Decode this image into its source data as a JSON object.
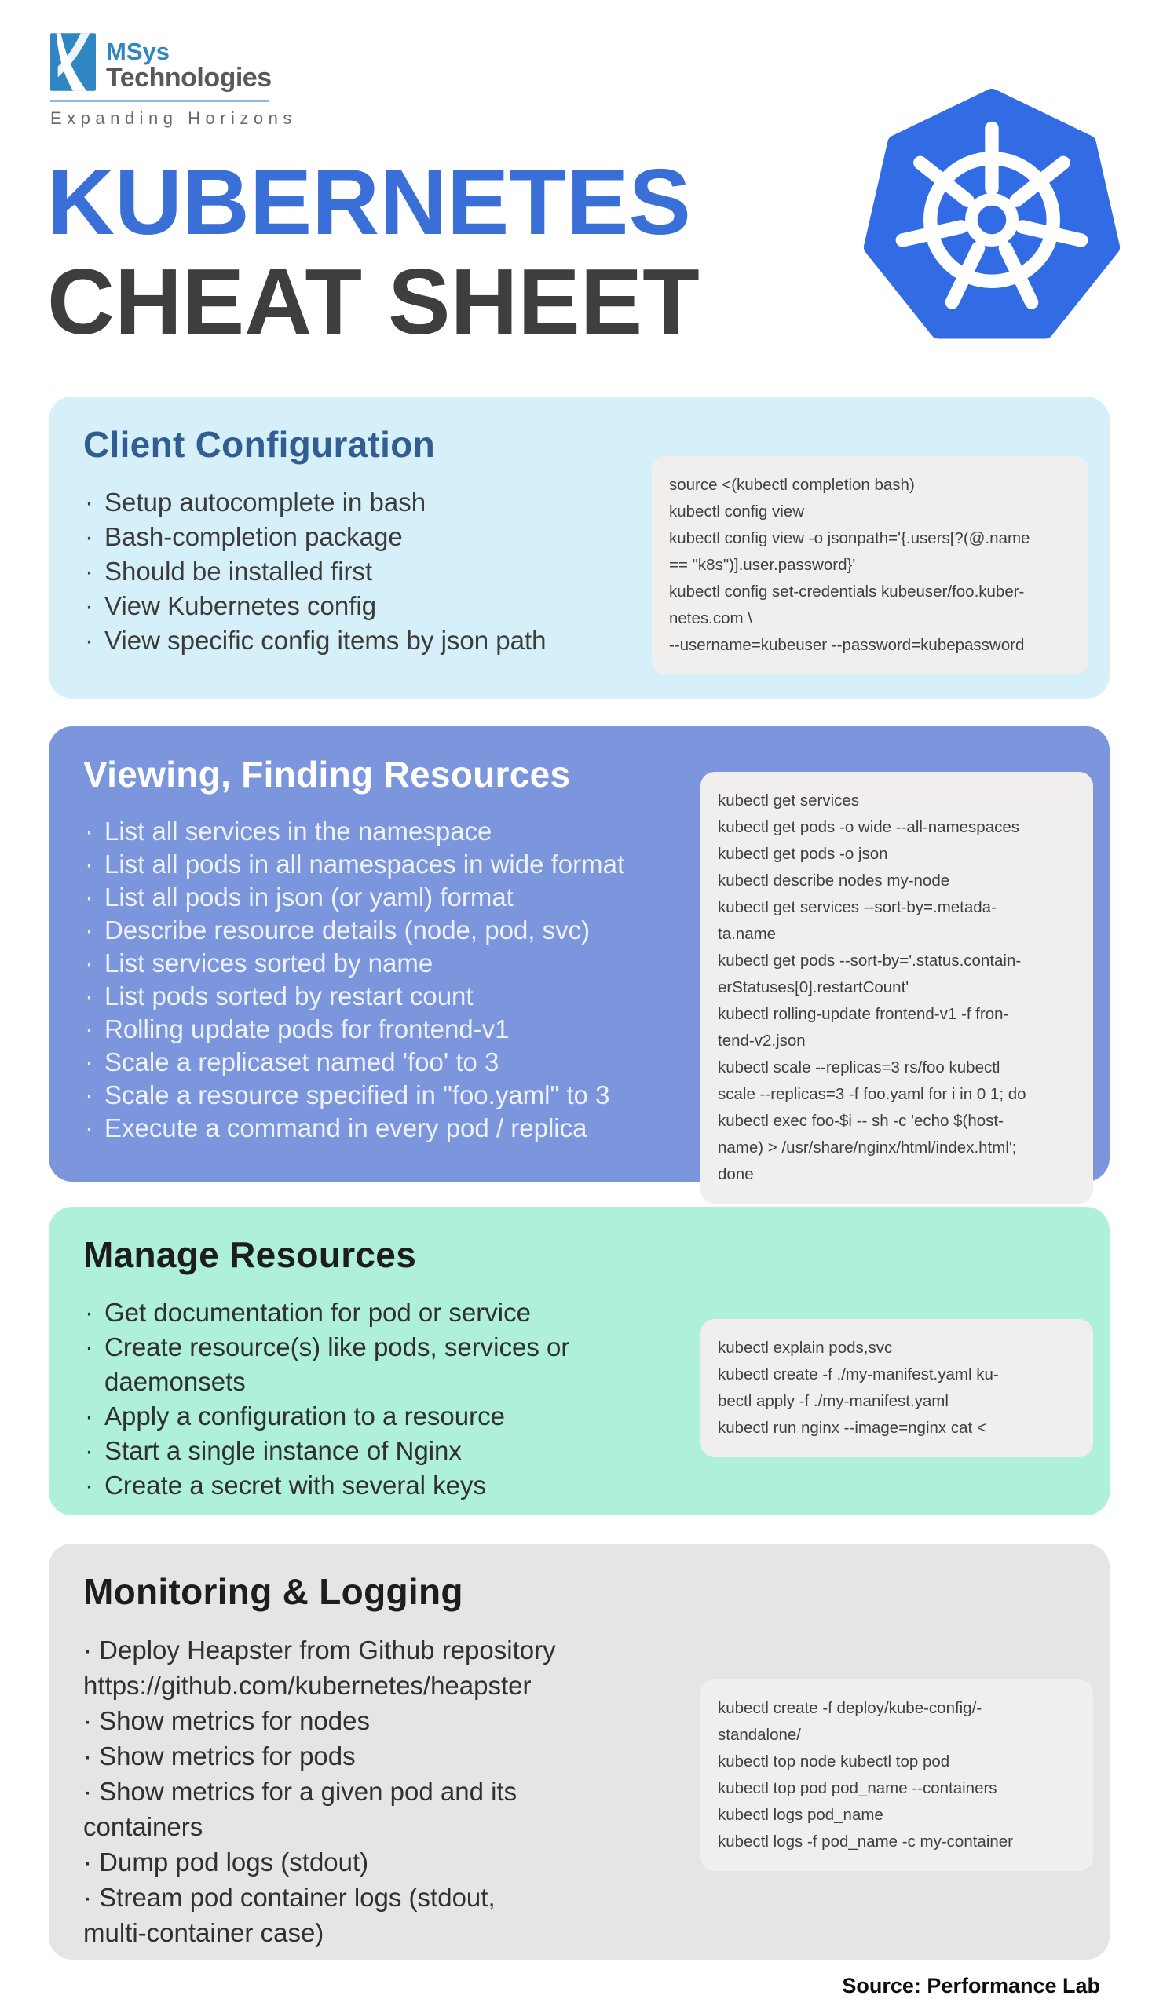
{
  "logo": {
    "company_line1": "MSys",
    "company_line2": "Technologies",
    "tagline": "Expanding Horizons",
    "mark_icon": "msys-x-ribbon-mark"
  },
  "header": {
    "title_line1": "KUBERNETES",
    "title_line2": "CHEAT SHEET",
    "kubernetes_logo_icon": "kubernetes-helm-wheel-heptagon"
  },
  "colors": {
    "title_blue": "#3a6fd8",
    "title_dark": "#3e3e40",
    "kubernetes_logo_blue": "#326ce5",
    "msys_blue": "#2f86c2",
    "section1_bg": "#d5f0f8",
    "section1_title": "#315d90",
    "section2_bg": "#7b96dc",
    "section3_bg": "#aff0db",
    "section4_bg": "#e5e5e4",
    "code_block_bg": "#f0efed"
  },
  "sections": [
    {
      "title": "Client Configuration",
      "bullets": [
        "Setup autocomplete in bash",
        "Bash-completion package",
        "Should be installed first",
        "View Kubernetes config",
        "View specific config items by json path"
      ],
      "code": "source <(kubectl completion bash)\nkubectl config view\nkubectl config view -o jsonpath='{.users[?(@.name\n== \"k8s\")].user.password}'\nkubectl config set-credentials kubeuser/foo.kuber-\nnetes.com \\\n--username=kubeuser --password=kubepassword"
    },
    {
      "title": "Viewing, Finding Resources",
      "bullets": [
        "List all services in the namespace",
        "List all pods in all namespaces in wide format",
        "List all pods in json (or yaml) format",
        "Describe resource details (node, pod, svc)",
        "List services sorted by name",
        "List pods sorted by restart count",
        "Rolling update pods for frontend-v1",
        "Scale a replicaset named 'foo' to 3",
        "Scale a resource specified in \"foo.yaml\" to 3",
        "Execute a command in every pod / replica"
      ],
      "code": "kubectl get services\nkubectl get pods -o wide --all-namespaces\nkubectl get pods -o json\nkubectl describe nodes my-node\nkubectl get services --sort-by=.metada-\nta.name\nkubectl get pods --sort-by='.status.contain-\nerStatuses[0].restartCount'\nkubectl rolling-update frontend-v1 -f fron-\ntend-v2.json\nkubectl scale --replicas=3 rs/foo kubectl\nscale --replicas=3 -f foo.yaml for i in 0 1; do\nkubectl exec foo-$i -- sh -c 'echo $(host-\nname) > /usr/share/nginx/html/index.html';\ndone"
    },
    {
      "title": "Manage Resources",
      "bullets": [
        "Get documentation for pod or service",
        "Create resource(s) like pods, services or\ndaemonsets",
        "Apply a configuration to a resource",
        "Start a single instance of Nginx",
        "Create a secret with several keys"
      ],
      "code": "kubectl explain pods,svc\nkubectl create -f ./my-manifest.yaml ku-\nbectl apply -f ./my-manifest.yaml\nkubectl run nginx --image=nginx cat <"
    },
    {
      "title": "Monitoring & Logging",
      "bullets": [
        "Deploy Heapster from Github repository\nhttps://github.com/kubernetes/heapster",
        "Show metrics for nodes",
        "Show metrics for pods",
        "Show metrics for a given pod and its\ncontainers",
        "Dump pod logs (stdout)",
        "Stream pod container logs (stdout,\nmulti-container case)"
      ],
      "code": "kubectl create -f deploy/kube-config/-\nstandalone/\nkubectl top node kubectl top pod\nkubectl top pod pod_name --containers\nkubectl logs pod_name\nkubectl logs -f pod_name -c my-container"
    }
  ],
  "footer": {
    "source": "Source: Performance Lab"
  }
}
